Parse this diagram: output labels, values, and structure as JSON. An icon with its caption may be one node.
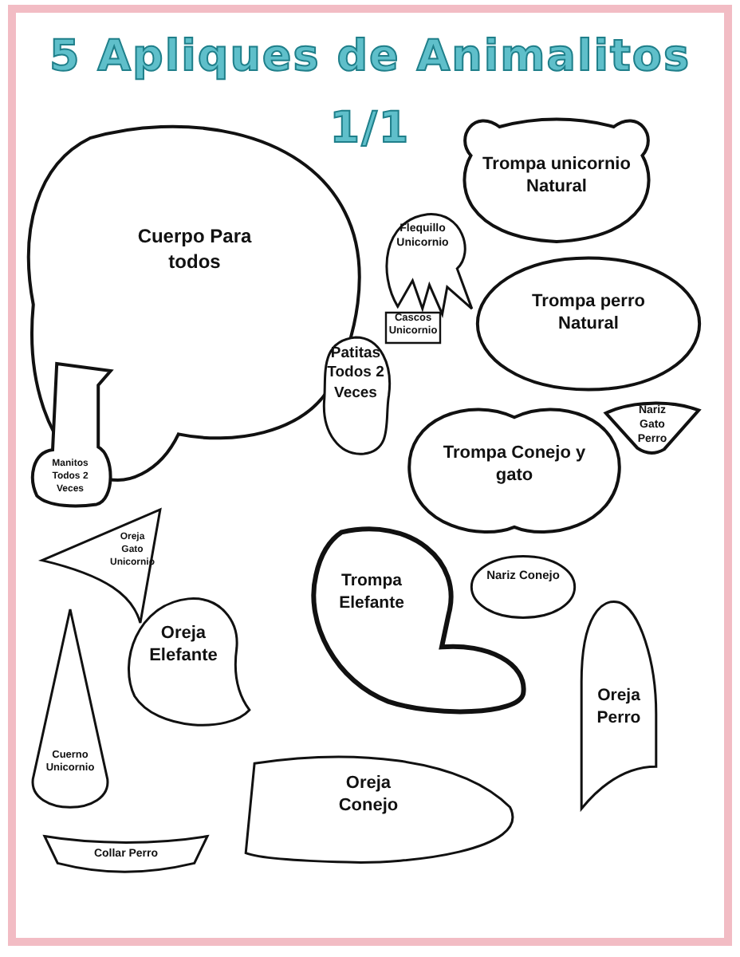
{
  "diagram": {
    "title": "5 Apliques de Animalitos",
    "nodes": [
      {
        "text": [
          "Cuerpo Para todos"
        ]
      },
      {
        "text": [
          "Trompa unicornio Natural"
        ]
      },
      {
        "text": [
          "Flequillo Unicornio"
        ]
      },
      {
        "text": [
          "Cascos Unicornio"
        ]
      },
      {
        "text": [
          "Trompa perro Natural"
        ]
      },
      {
        "text": [
          "Patitas Todos 2 Veces"
        ]
      },
      {
        "text": [
          "Manitos Todos 2 Veces"
        ]
      },
      {
        "text": [
          "Nariz Gato Perro"
        ]
      },
      {
        "text": [
          "Trompa Conejo y gato"
        ]
      },
      {
        "text": [
          "Oreja Gato Unicornio"
        ]
      },
      {
        "text": [
          "Trompa Elefante"
        ]
      },
      {
        "text": [
          "Nariz Conejo"
        ]
      },
      {
        "text": [
          "Oreja Elefante"
        ]
      },
      {
        "text": [
          "Oreja Perro"
        ]
      },
      {
        "text": [
          "Cuerno Unicornio"
        ]
      },
      {
        "text": [
          "Oreja Conejo"
        ]
      },
      {
        "text": [
          "Collar Perro"
        ]
      }
    ],
    "labels": [
      "1/1"
    ]
  }
}
